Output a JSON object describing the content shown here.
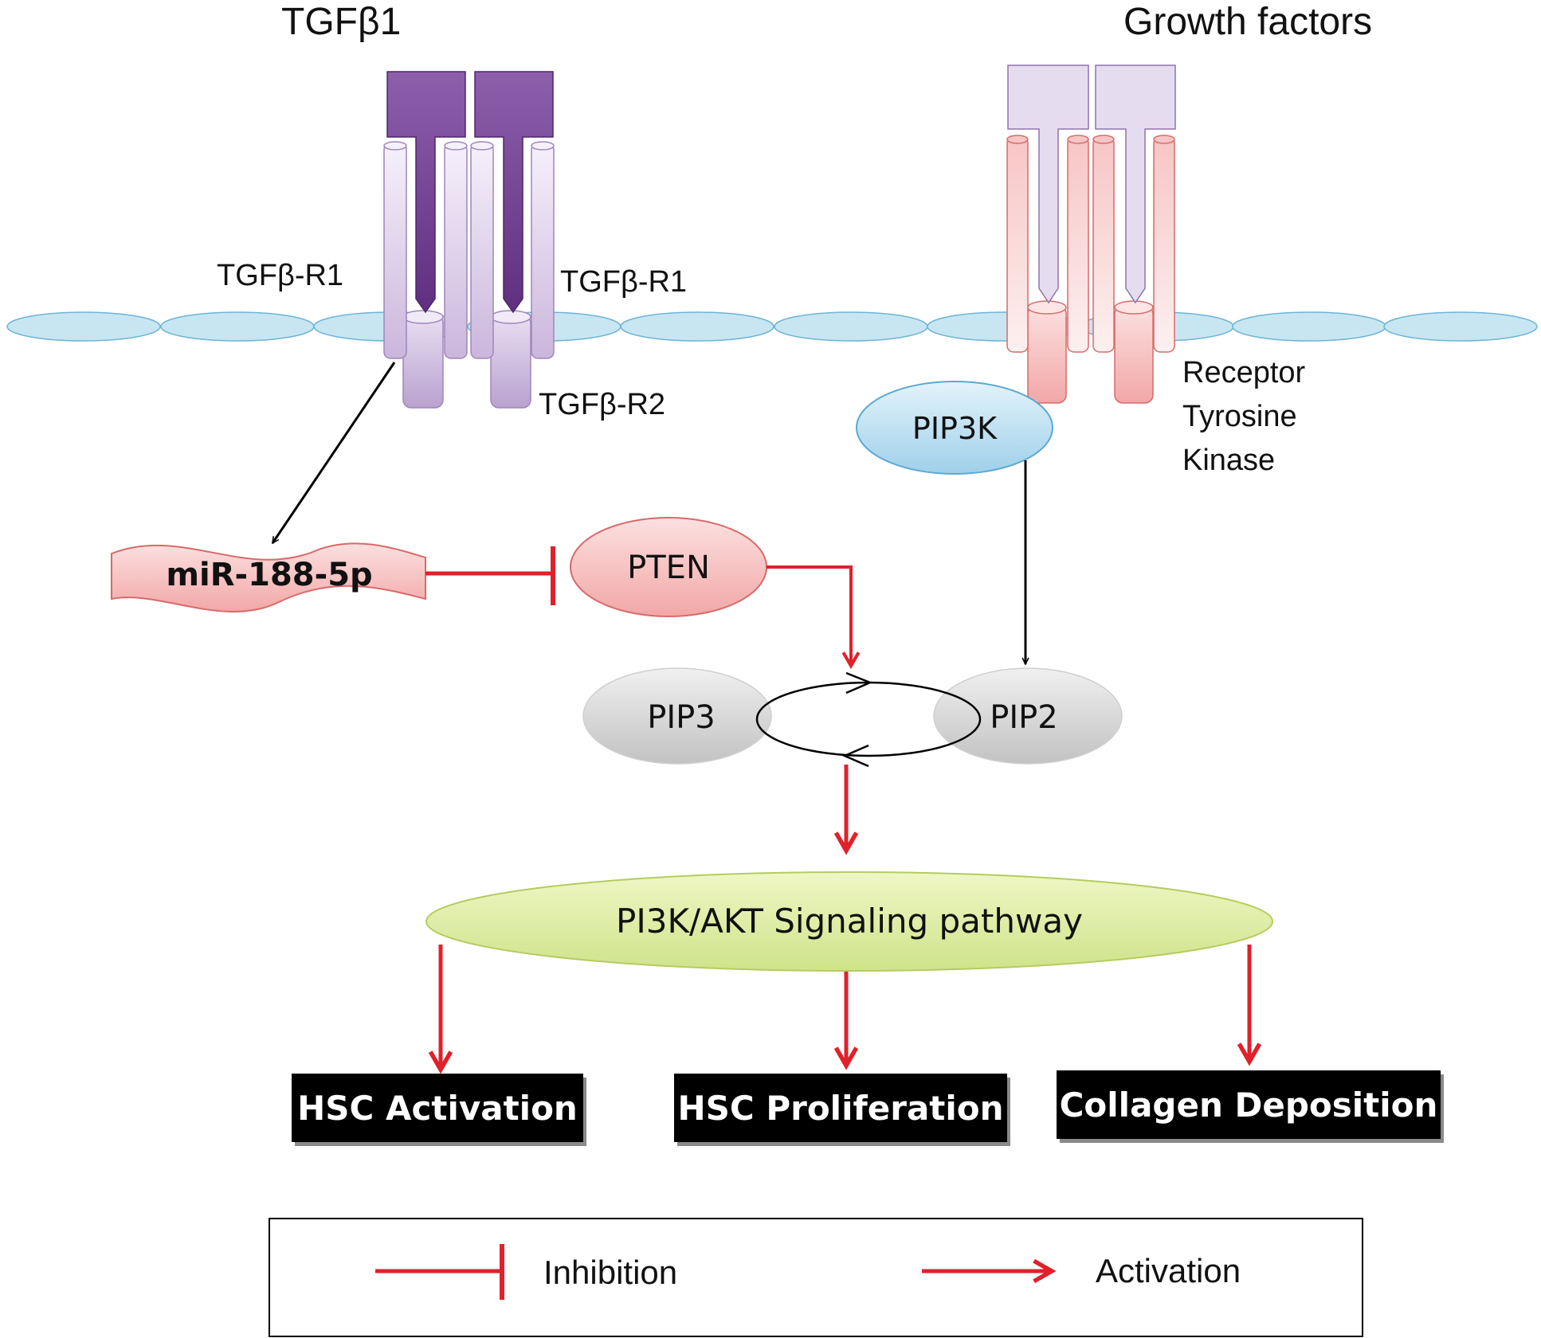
{
  "ligands": {
    "tgf": "TGFβ1",
    "growth": "Growth factors"
  },
  "receptors": {
    "tgf_r1_left": "TGFβ-R1",
    "tgf_r1_right": "TGFβ-R1",
    "tgf_r2": "TGFβ-R2",
    "rtk_line1": "Receptor",
    "rtk_line2": "Tyrosine",
    "rtk_line3": "Kinase"
  },
  "nodes": {
    "mir": "miR-188-5p",
    "pten": "PTEN",
    "pip3k": "PIP3K",
    "pip3": "PIP3",
    "pip2": "PIP2",
    "pathway": "PI3K/AKT Signaling pathway"
  },
  "outcomes": {
    "activation": "HSC Activation",
    "proliferation": "HSC Proliferation",
    "collagen": "Collagen Deposition"
  },
  "legend": {
    "inhibition": "Inhibition",
    "activation": "Activation"
  },
  "colors": {
    "membrane": "#c8e6f2",
    "dark_purple": "#7c4a98",
    "light_purple": "#e4d8ee",
    "pink": "#f3b1b1",
    "red_arrow": "#e0212a",
    "ellipse_blue": "#c6e2f1",
    "ellipse_grey": "#d9d9d9",
    "ellipse_green": "#dfee9f"
  }
}
